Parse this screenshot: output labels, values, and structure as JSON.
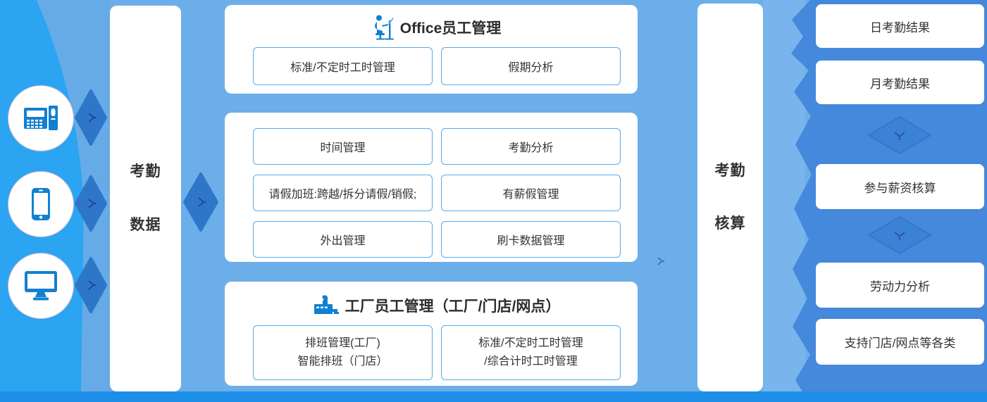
{
  "colors": {
    "left_bg": "#2BA4F1",
    "left_curve": "#66ABE7",
    "middle_bg": "#6CAEE9",
    "right_bg": "#4489DB",
    "right_band": "#79B5EC",
    "diamond": "#2E77C8",
    "right_diamond": "#3B82D6",
    "box_border": "#55ABEB",
    "icon_blue": "#1280D0",
    "bottom_strip": "#1D8FE8",
    "text": "#333333"
  },
  "left_sources": {
    "icons": [
      "attendance-terminal-icon",
      "smartphone-icon",
      "monitor-icon"
    ]
  },
  "column_data": {
    "line1": "考勤",
    "line2": "数据"
  },
  "column_calc": {
    "line1": "考勤",
    "line2": "核算"
  },
  "office_card": {
    "icon": "office-worker-icon",
    "title": "Office员工管理",
    "boxes": [
      "标准/不定时工时管理",
      "假期分析"
    ]
  },
  "middle_card": {
    "boxes": [
      [
        "时间管理",
        "考勤分析"
      ],
      [
        "请假加班:跨越/拆分请假/销假;",
        "有薪假管理"
      ],
      [
        "外出管理",
        "刷卡数据管理"
      ]
    ]
  },
  "factory_card": {
    "icon": "factory-icon",
    "title": "工厂员工管理（工厂/门店/网点）",
    "boxes": [
      {
        "line1": "排班管理(工厂)",
        "line2": "智能排班（门店）"
      },
      {
        "line1": "标准/不定时工时管理",
        "line2": "/综合计时工时管理"
      }
    ]
  },
  "right_panel": {
    "items": [
      "日考勤结果",
      "月考勤结果",
      "参与薪资核算",
      "劳动力分析",
      "支持门店/网点等各类"
    ]
  }
}
